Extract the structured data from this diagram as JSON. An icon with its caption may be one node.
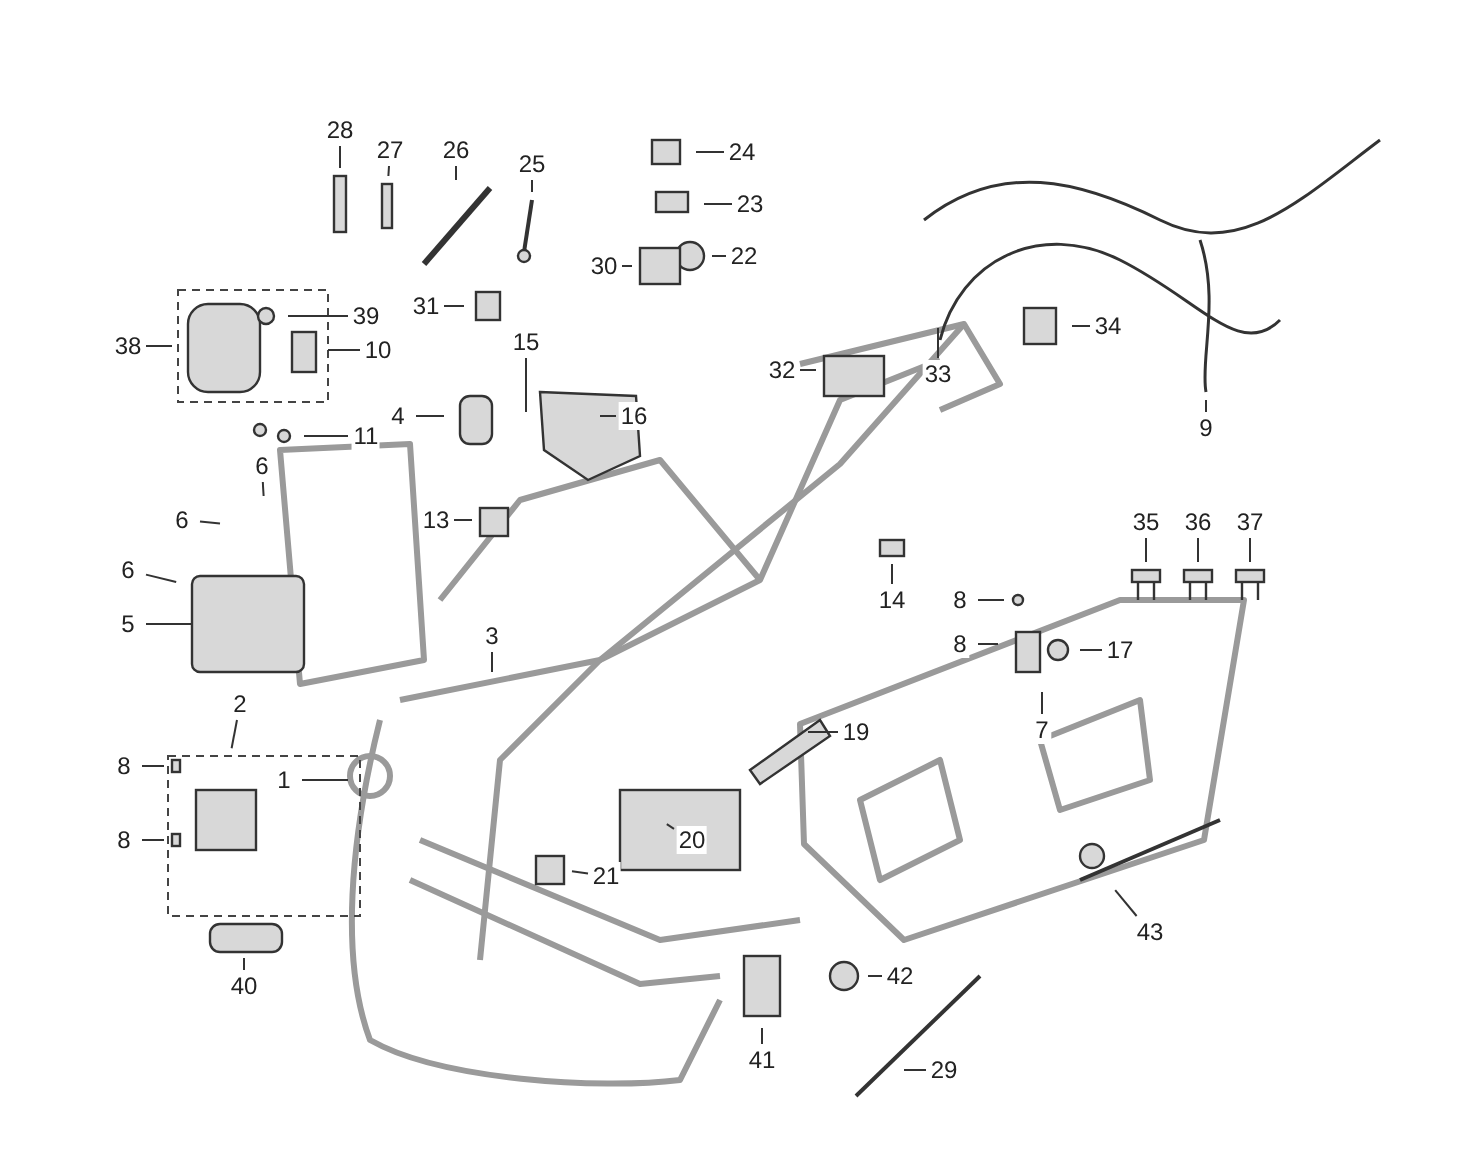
{
  "diagram": {
    "nodes": [
      {
        "text": [
          "28"
        ]
      },
      {
        "text": [
          "24"
        ]
      },
      {
        "text": [
          "27"
        ]
      },
      {
        "text": [
          "26"
        ]
      },
      {
        "text": [
          "25"
        ]
      },
      {
        "text": [
          "23"
        ]
      },
      {
        "text": [
          "22"
        ]
      },
      {
        "text": [
          "30"
        ]
      },
      {
        "text": [
          "31"
        ]
      },
      {
        "text": [
          "39"
        ]
      },
      {
        "text": [
          "34"
        ]
      },
      {
        "text": [
          "15"
        ]
      },
      {
        "text": [
          "38"
        ]
      },
      {
        "text": [
          "10"
        ]
      },
      {
        "text": [
          "32"
        ]
      },
      {
        "text": [
          "33"
        ]
      },
      {
        "text": [
          "16"
        ]
      },
      {
        "text": [
          "4"
        ]
      },
      {
        "text": [
          "9"
        ]
      },
      {
        "text": [
          "11"
        ]
      },
      {
        "text": [
          "6"
        ]
      },
      {
        "text": [
          "13"
        ]
      },
      {
        "text": [
          "6"
        ]
      },
      {
        "text": [
          "35"
        ]
      },
      {
        "text": [
          "36"
        ]
      },
      {
        "text": [
          "37"
        ]
      },
      {
        "text": [
          "6"
        ]
      },
      {
        "text": [
          "14"
        ]
      },
      {
        "text": [
          "8"
        ]
      },
      {
        "text": [
          "5"
        ]
      },
      {
        "text": [
          "3"
        ]
      },
      {
        "text": [
          "8"
        ]
      },
      {
        "text": [
          "17"
        ]
      },
      {
        "text": [
          "2"
        ]
      },
      {
        "text": [
          "7"
        ]
      },
      {
        "text": [
          "19"
        ]
      },
      {
        "text": [
          "1"
        ]
      },
      {
        "text": [
          "8"
        ]
      },
      {
        "text": [
          "20"
        ]
      },
      {
        "text": [
          "8"
        ]
      },
      {
        "text": [
          "21"
        ]
      },
      {
        "text": [
          "43"
        ]
      },
      {
        "text": [
          "40"
        ]
      },
      {
        "text": [
          "42"
        ]
      },
      {
        "text": [
          "41"
        ]
      },
      {
        "text": [
          "29"
        ]
      }
    ],
    "edges": [
      {
        "from": 0,
        "to": null,
        "arrow": "none"
      },
      {
        "from": 1,
        "to": null,
        "arrow": "none"
      },
      {
        "from": 2,
        "to": null,
        "arrow": "none"
      },
      {
        "from": 3,
        "to": null,
        "arrow": "none"
      },
      {
        "from": 4,
        "to": null,
        "arrow": "none"
      },
      {
        "from": 5,
        "to": null,
        "arrow": "none"
      },
      {
        "from": 6,
        "to": null,
        "arrow": "none"
      },
      {
        "from": 7,
        "to": null,
        "arrow": "none"
      },
      {
        "from": 8,
        "to": null,
        "arrow": "none"
      },
      {
        "from": 9,
        "to": null,
        "arrow": "none"
      },
      {
        "from": 10,
        "to": null,
        "arrow": "none"
      },
      {
        "from": 11,
        "to": null,
        "arrow": "none"
      },
      {
        "from": 12,
        "to": null,
        "arrow": "none"
      },
      {
        "from": 13,
        "to": null,
        "arrow": "none"
      },
      {
        "from": 14,
        "to": null,
        "arrow": "none"
      },
      {
        "from": 15,
        "to": null,
        "arrow": "none"
      },
      {
        "from": 16,
        "to": null,
        "arrow": "none"
      },
      {
        "from": 17,
        "to": null,
        "arrow": "none"
      },
      {
        "from": 18,
        "to": null,
        "arrow": "none"
      },
      {
        "from": 19,
        "to": null,
        "arrow": "none"
      },
      {
        "from": 20,
        "to": null,
        "arrow": "none"
      },
      {
        "from": 21,
        "to": null,
        "arrow": "none"
      },
      {
        "from": 22,
        "to": null,
        "arrow": "none"
      },
      {
        "from": 23,
        "to": null,
        "arrow": "none"
      },
      {
        "from": 24,
        "to": null,
        "arrow": "none"
      },
      {
        "from": 25,
        "to": null,
        "arrow": "none"
      },
      {
        "from": 26,
        "to": null,
        "arrow": "none"
      },
      {
        "from": 27,
        "to": null,
        "arrow": "none"
      },
      {
        "from": 28,
        "to": null,
        "arrow": "none"
      },
      {
        "from": 29,
        "to": null,
        "arrow": "none"
      },
      {
        "from": 30,
        "to": null,
        "arrow": "none"
      },
      {
        "from": 31,
        "to": null,
        "arrow": "none"
      },
      {
        "from": 32,
        "to": null,
        "arrow": "none"
      },
      {
        "from": 33,
        "to": null,
        "arrow": "none"
      },
      {
        "from": 34,
        "to": null,
        "arrow": "none"
      },
      {
        "from": 35,
        "to": null,
        "arrow": "none"
      },
      {
        "from": 36,
        "to": null,
        "arrow": "none"
      },
      {
        "from": 37,
        "to": null,
        "arrow": "none"
      },
      {
        "from": 38,
        "to": null,
        "arrow": "none"
      },
      {
        "from": 39,
        "to": null,
        "arrow": "none"
      },
      {
        "from": 40,
        "to": null,
        "arrow": "none"
      },
      {
        "from": 41,
        "to": null,
        "arrow": "none"
      },
      {
        "from": 42,
        "to": null,
        "arrow": "none"
      },
      {
        "from": 43,
        "to": null,
        "arrow": "none"
      },
      {
        "from": 44,
        "to": null,
        "arrow": "none"
      },
      {
        "from": 45,
        "to": null,
        "arrow": "none"
      }
    ]
  }
}
